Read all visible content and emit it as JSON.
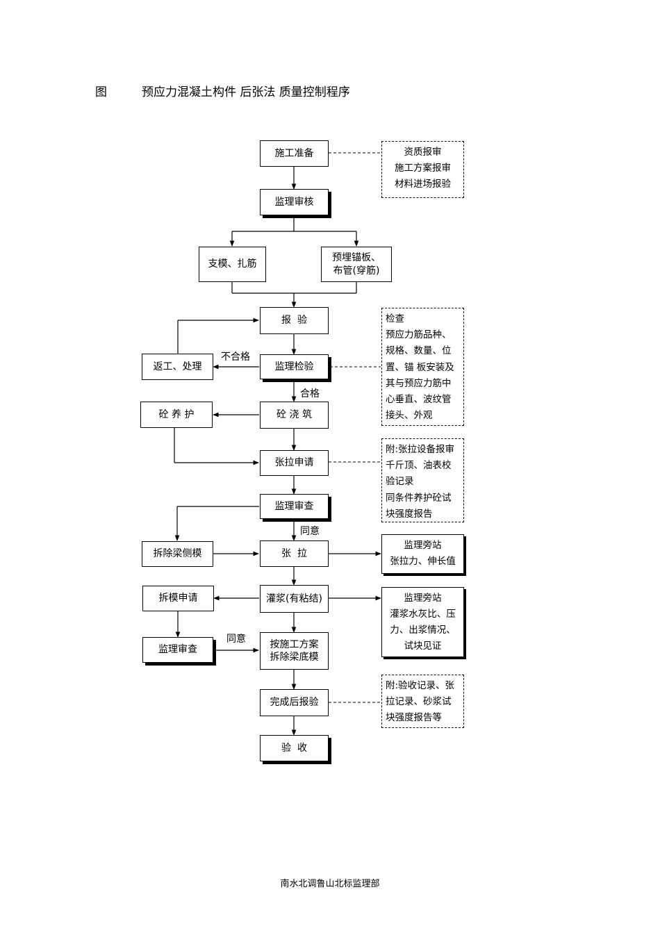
{
  "header": {
    "fig_label": "图",
    "title": "预应力混凝土构件 后张法 质量控制程序"
  },
  "nodes": {
    "prep": "施工准备",
    "review1": "监理审核",
    "formwork": "支模、扎筋",
    "embed": "预埋锚板、\n布管(穿筋)",
    "report": "报  验",
    "rework": "返工、处理",
    "inspect": "监理检验",
    "curing": "砼 养 护",
    "pour": "砼 浇 筑",
    "tension_apply": "张拉申请",
    "review2": "监理审查",
    "remove_side": "拆除梁侧模",
    "tension": "张  拉",
    "form_apply": "拆模申请",
    "grout": "灌浆(有粘结)",
    "review3": "监理审查",
    "remove_bottom": "按施工方案\n拆除梁底模",
    "final_report": "完成后报验",
    "accept": "验  收"
  },
  "notes": {
    "n1": "资质报审\n施工方案报审\n材料进场报验",
    "n2": "检查\n预应力筋品种、\n规格、数量、位\n置、锚 板安装及\n其与预应力筋中\n心垂直、波纹管\n接头、外观",
    "n3": "附:张拉设备报审\n千斤顶、油表校\n验记录\n同条件养护砼试\n块强度报告",
    "n4": "监理旁站\n张拉力、伸长值",
    "n5": "监理旁站\n灌浆水灰比、压\n力、出浆情况、\n试块见证",
    "n6": "附:验收记录、张\n拉记录、砂浆试\n块强度报告等"
  },
  "labels": {
    "fail": "不合格",
    "pass": "合格",
    "agree1": "同意",
    "agree2": "同意"
  },
  "footer": "南水北调鲁山北标监理部"
}
